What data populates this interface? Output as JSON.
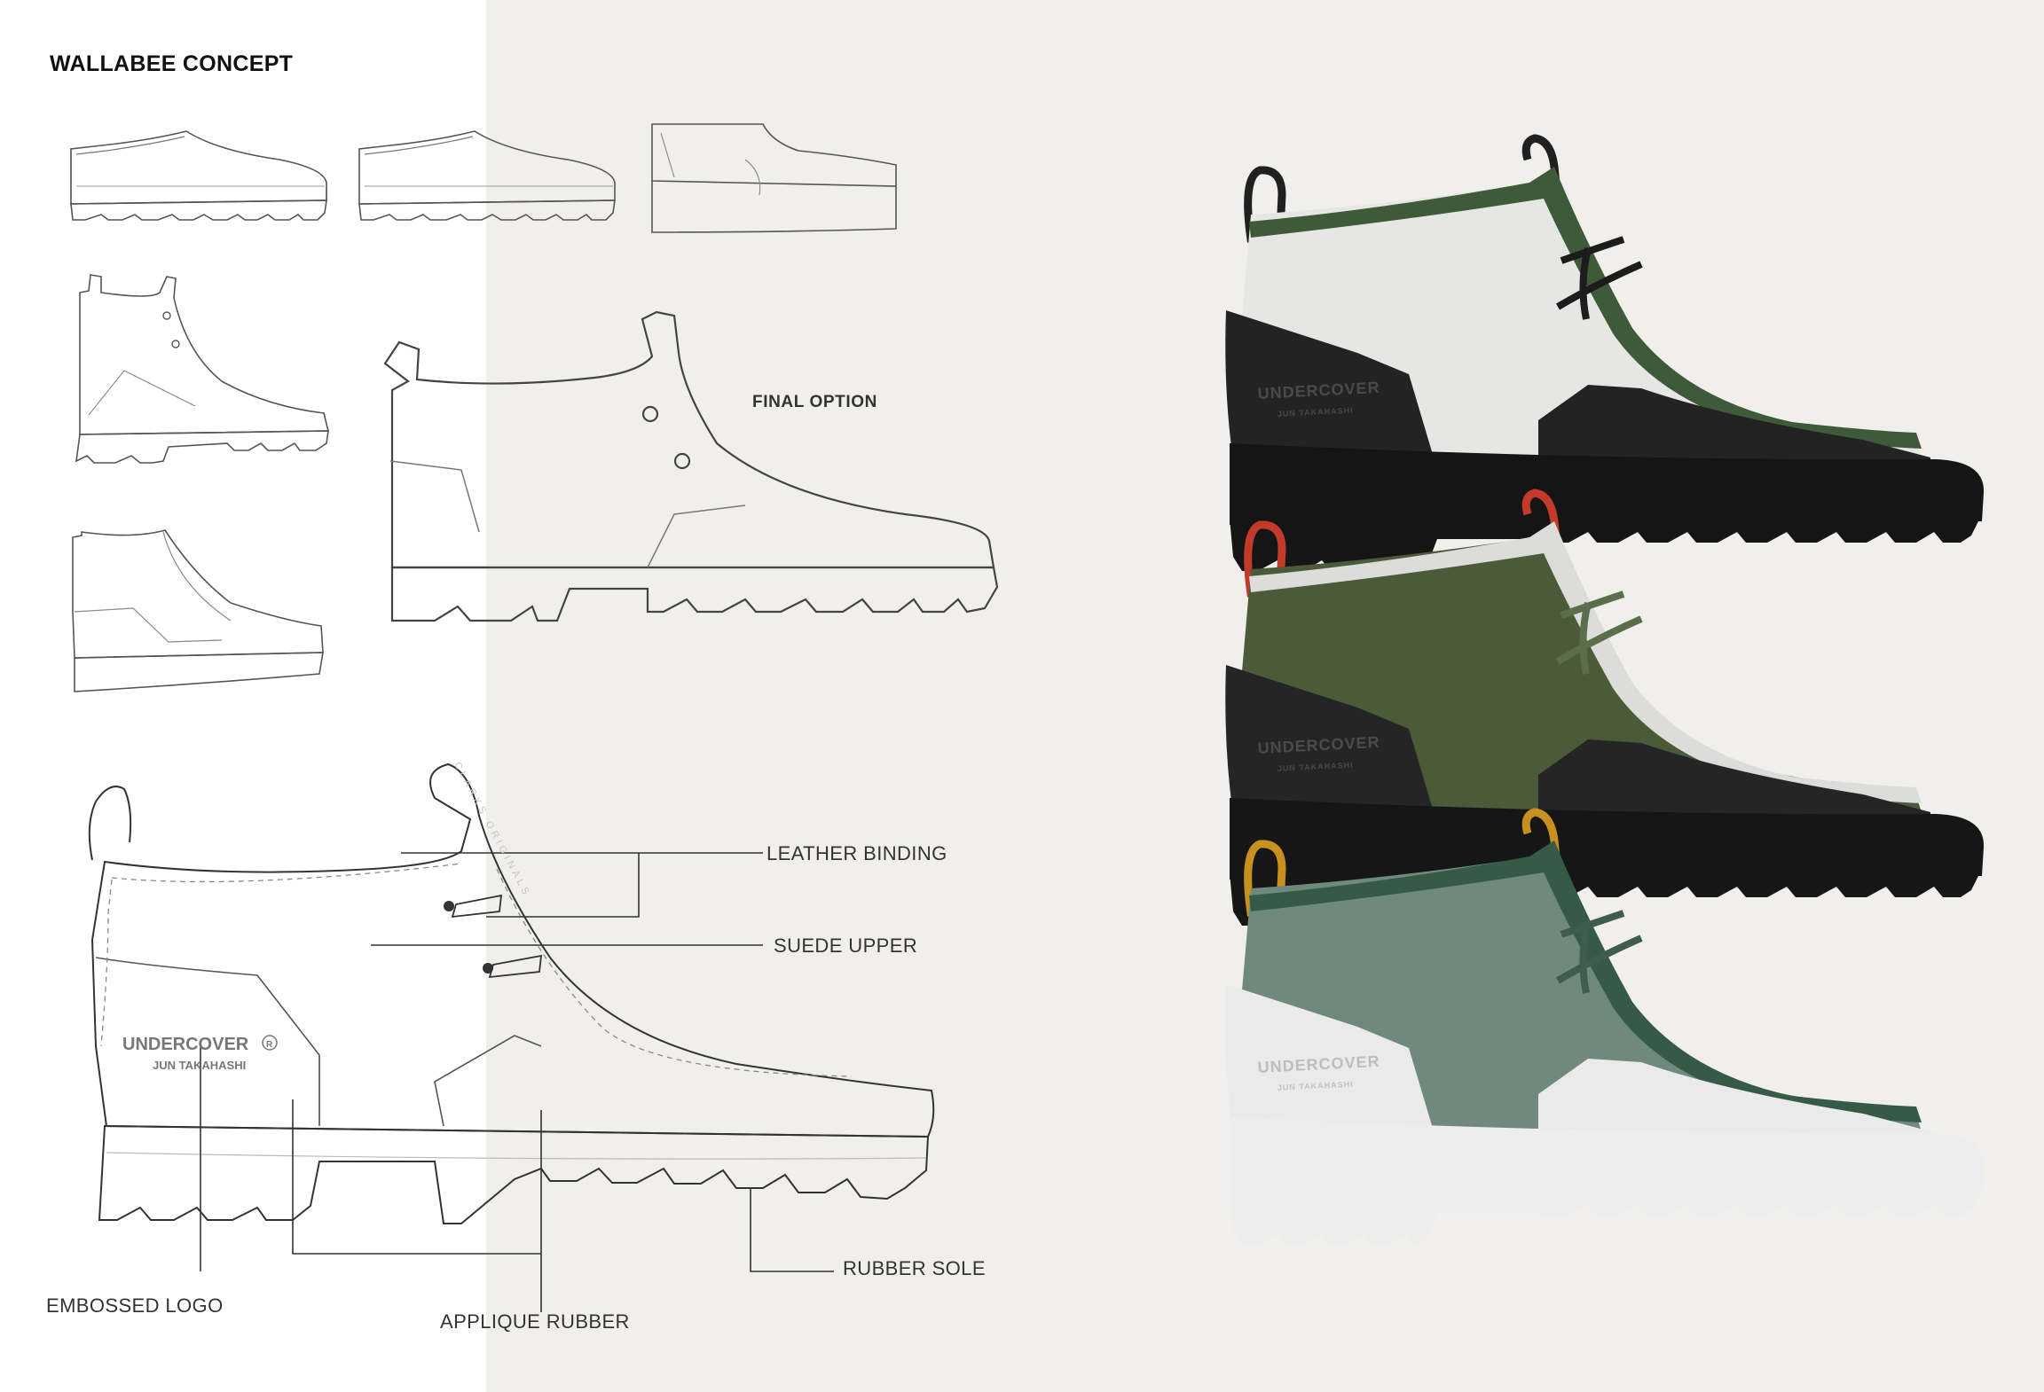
{
  "page": {
    "title": "WALLABEE CONCEPT",
    "final_option_label": "FINAL OPTION"
  },
  "callouts": {
    "leather_binding": "LEATHER BINDING",
    "suede_upper": "SUEDE UPPER",
    "rubber_sole": "RUBBER SOLE",
    "embossed_logo": "EMBOSSED LOGO",
    "applique_rubber": "APPLIQUE RUBBER"
  },
  "logo": {
    "brand": "UNDERCOVER",
    "subline": "JUN TAKAHASHI",
    "registered_mark": "R"
  },
  "watermark": "CLARKS ORIGINALS",
  "colorways": [
    {
      "name": "colorway-green-white",
      "upper": "#e6e6e4",
      "binding": "#3e5a38",
      "heel_loop": "#202020",
      "rubber": "#232323",
      "sole": "#151515",
      "laces": "#1c1c1c"
    },
    {
      "name": "colorway-olive-black",
      "upper": "#4b5a38",
      "binding": "#dcdcda",
      "heel_loop": "#c23a2a",
      "rubber": "#252525",
      "sole": "#161616",
      "laces": "#5b6e4c"
    },
    {
      "name": "colorway-teal-white",
      "upper": "#6f8a7d",
      "binding": "#355a48",
      "heel_loop": "#c8901e",
      "rubber": "#eaeaea",
      "sole": "#ededed",
      "laces": "#3f5c4c"
    }
  ]
}
